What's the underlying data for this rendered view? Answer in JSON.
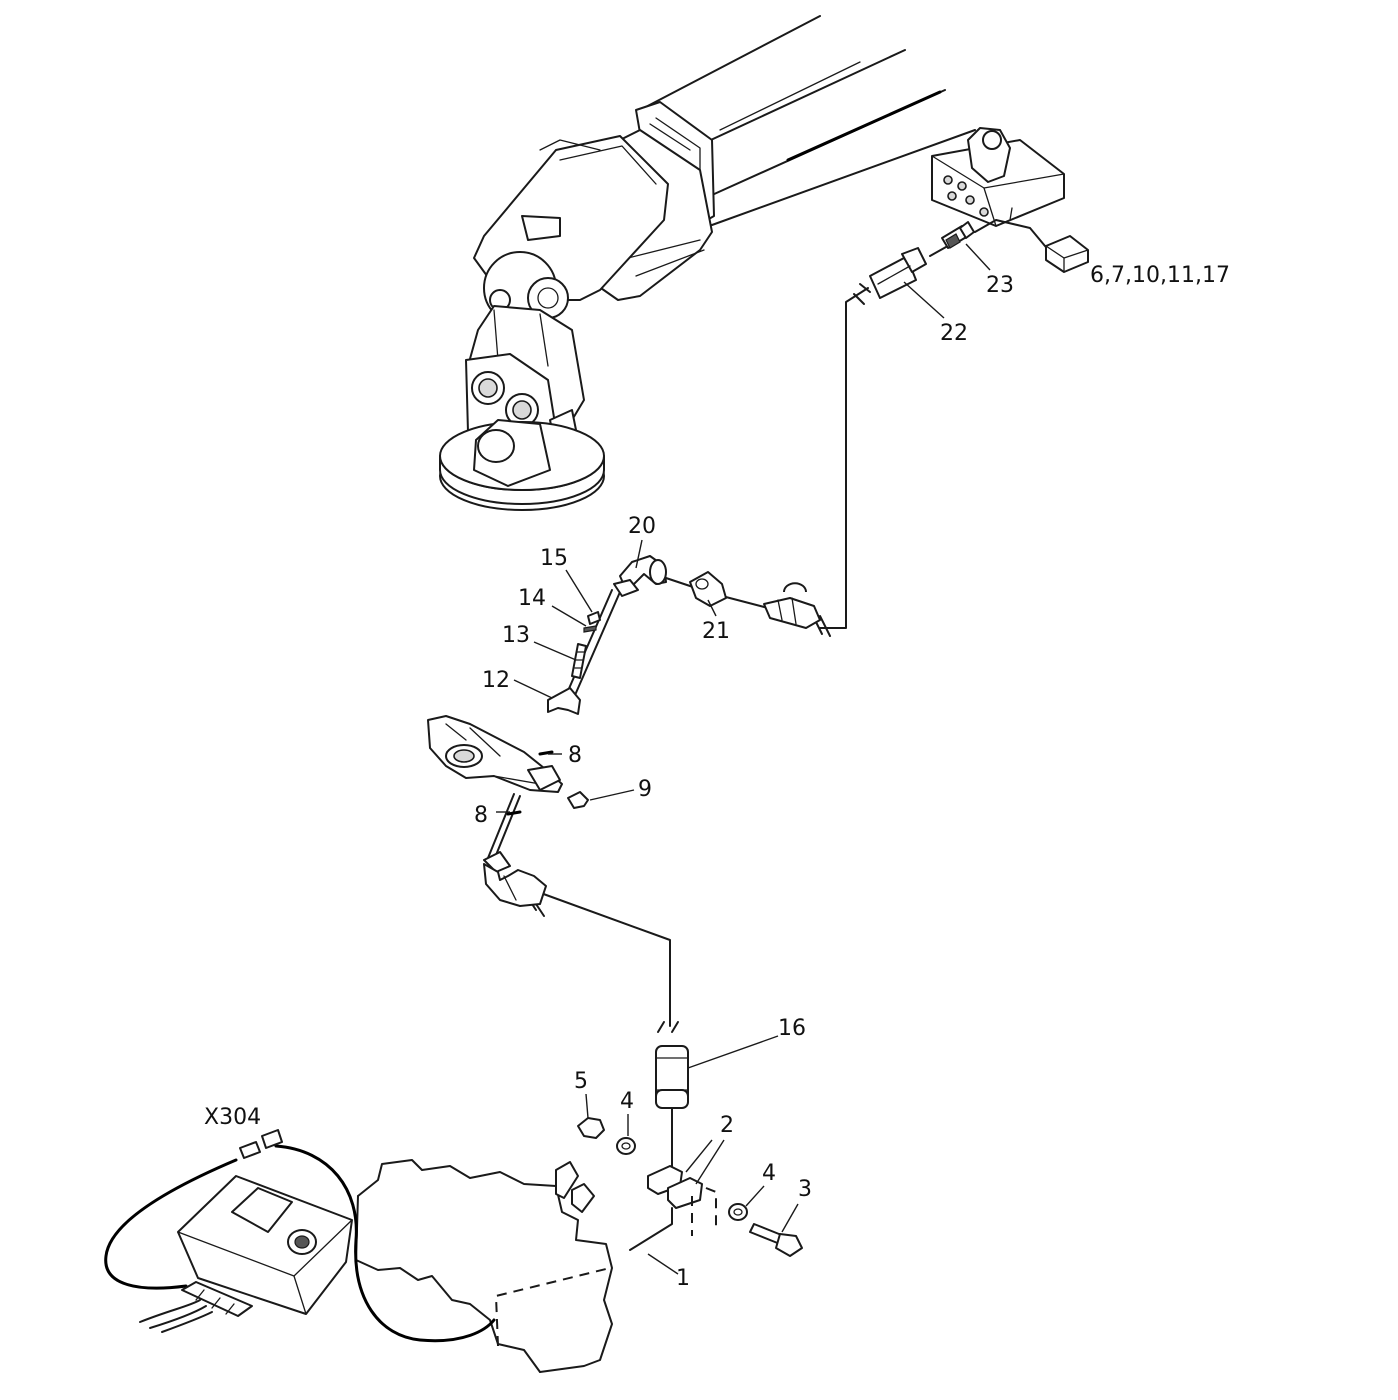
{
  "callouts": [
    {
      "id": "c1",
      "text": "1"
    },
    {
      "id": "c2",
      "text": "2"
    },
    {
      "id": "c3",
      "text": "3"
    },
    {
      "id": "c4a",
      "text": "4"
    },
    {
      "id": "c4b",
      "text": "4"
    },
    {
      "id": "c5",
      "text": "5"
    },
    {
      "id": "c8a",
      "text": "8"
    },
    {
      "id": "c8b",
      "text": "8"
    },
    {
      "id": "c9",
      "text": "9"
    },
    {
      "id": "c12",
      "text": "12"
    },
    {
      "id": "c13",
      "text": "13"
    },
    {
      "id": "c14",
      "text": "14"
    },
    {
      "id": "c15",
      "text": "15"
    },
    {
      "id": "c16",
      "text": "16"
    },
    {
      "id": "c20",
      "text": "20"
    },
    {
      "id": "c21",
      "text": "21"
    },
    {
      "id": "c22",
      "text": "22"
    },
    {
      "id": "c23",
      "text": "23"
    },
    {
      "id": "c6",
      "text": "6,7,10,11,17"
    },
    {
      "id": "cx304",
      "text": "X304"
    }
  ]
}
